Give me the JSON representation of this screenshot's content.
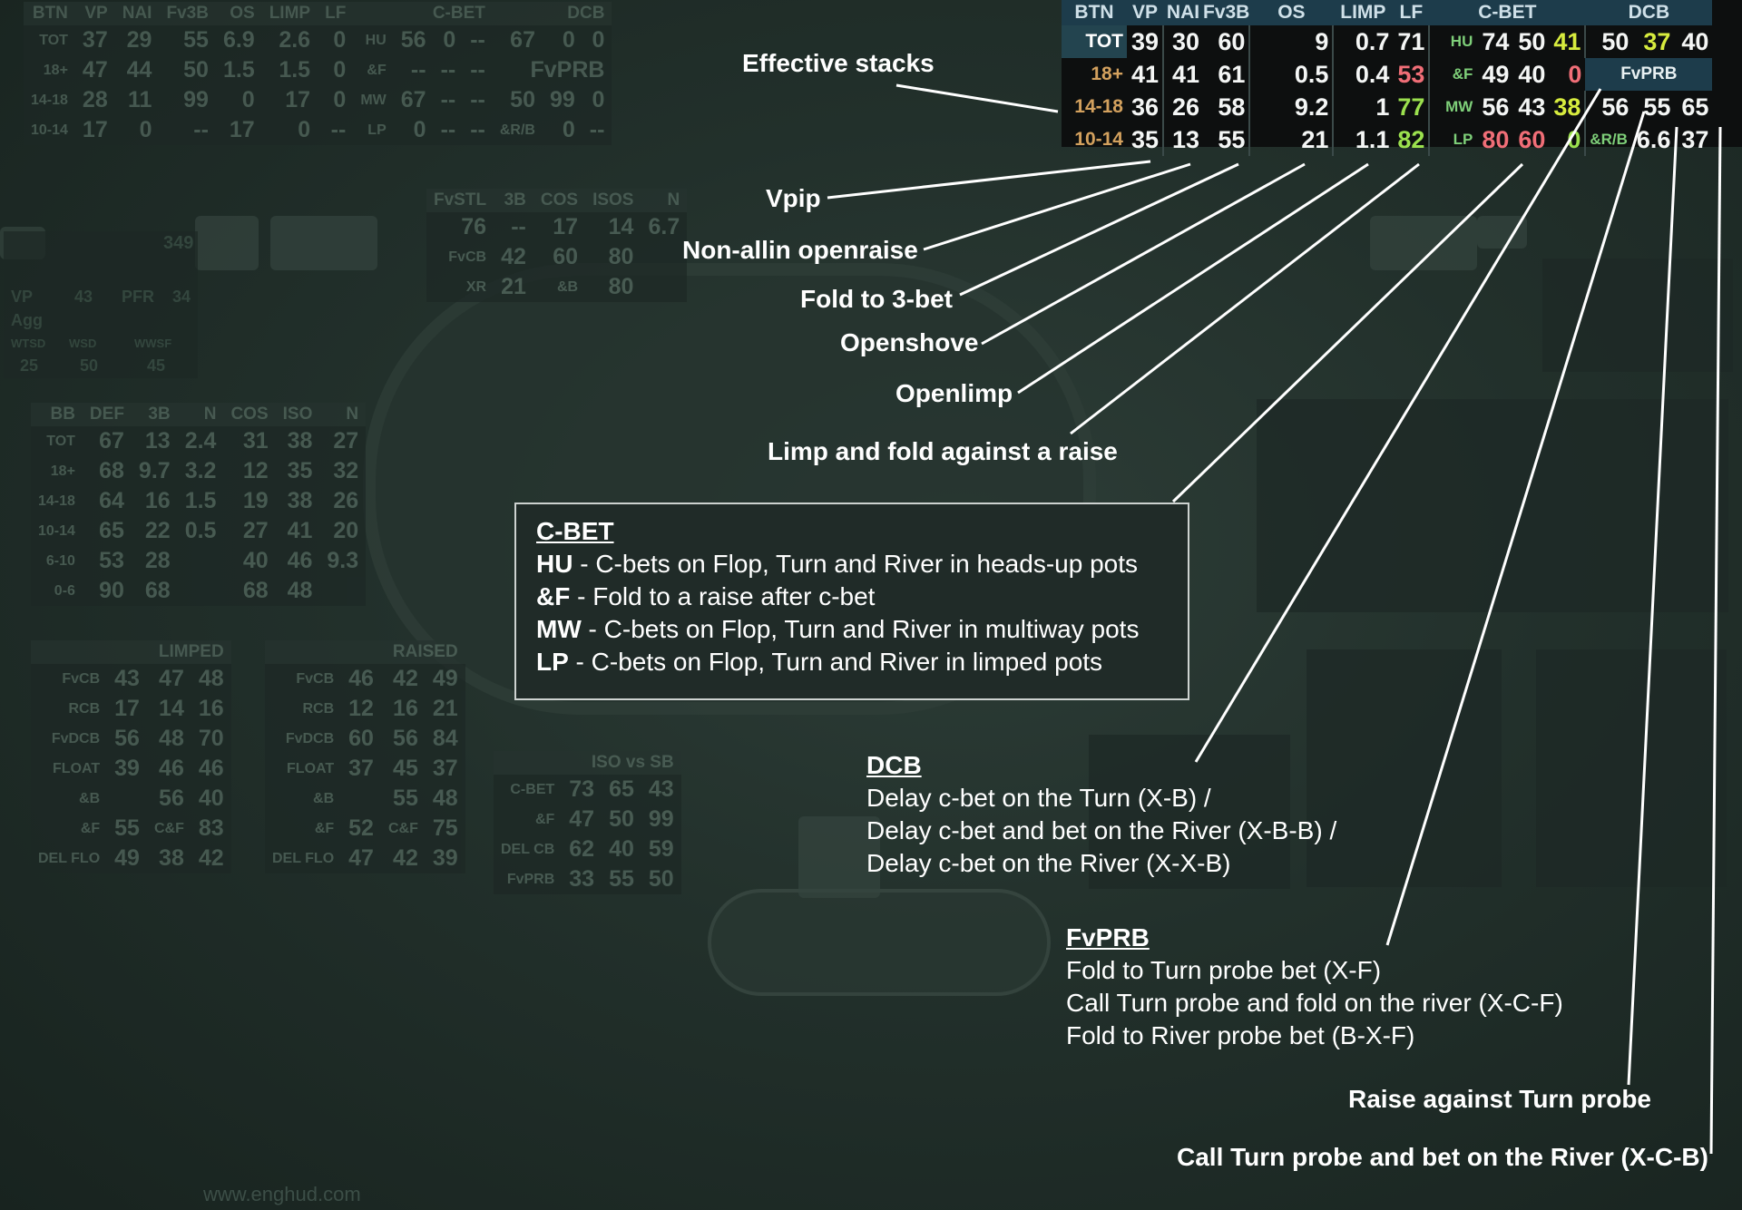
{
  "hud": {
    "headers": {
      "btn": "BTN",
      "vp": "VP",
      "nai": "NAI",
      "fv3b": "Fv3B",
      "os": "OS",
      "limp": "LIMP",
      "lf": "LF",
      "cbet": "C-BET",
      "dcb": "DCB"
    },
    "rows": [
      {
        "label": "TOT",
        "vp": "39",
        "nai": "30",
        "fv3b": "60",
        "os": "9",
        "limp": "0.7",
        "lf": "71",
        "sub": "HU",
        "c1": "74",
        "c2": "50",
        "c3": "41",
        "d1": "50",
        "d2": "37",
        "d3": "40"
      },
      {
        "label": "18+",
        "vp": "41",
        "nai": "41",
        "fv3b": "61",
        "os": "0.5",
        "limp": "0.4",
        "lf": "53",
        "sub": "&F",
        "c1": "49",
        "c2": "40",
        "c3": "0",
        "fvprb": "FvPRB"
      },
      {
        "label": "14-18",
        "vp": "36",
        "nai": "26",
        "fv3b": "58",
        "os": "9.2",
        "limp": "1",
        "lf": "77",
        "sub": "MW",
        "c1": "56",
        "c2": "43",
        "c3": "38",
        "d1": "56",
        "d2": "55",
        "d3": "65"
      },
      {
        "label": "10-14",
        "vp": "35",
        "nai": "13",
        "fv3b": "55",
        "os": "21",
        "limp": "1.1",
        "lf": "82",
        "sub": "LP",
        "c1": "80",
        "c2": "60",
        "c3": "0",
        "sub2": "&R/B",
        "d2": "6.6",
        "d3": "37"
      }
    ]
  },
  "labels": {
    "effective_stacks": "Effective stacks",
    "vpip": "Vpip",
    "non_allin": "Non-allin openraise",
    "fold_3bet": "Fold to 3-bet",
    "openshove": "Openshove",
    "openlimp": "Openlimp",
    "limp_fold": "Limp and fold against a raise",
    "raise_probe": "Raise against Turn probe",
    "call_probe_bet": "Call Turn probe and bet on the River (X-C-B)"
  },
  "cbet_box": {
    "title": "C-BET",
    "lines": [
      {
        "key": "HU",
        "text": " - C-bets on Flop, Turn and River in heads-up pots"
      },
      {
        "key": "&F",
        "text": " - Fold to a raise after c-bet"
      },
      {
        "key": "MW",
        "text": " - C-bets on Flop, Turn and River in multiway pots"
      },
      {
        "key": "LP",
        "text": " - C-bets on Flop, Turn and River in limped pots"
      }
    ]
  },
  "dcb_block": {
    "title": "DCB",
    "lines": [
      "Delay c-bet on the Turn (X-B) /",
      "Delay c-bet and bet on the River (X-B-B) /",
      "Delay c-bet on the River (X-X-B)"
    ]
  },
  "fvprb_block": {
    "title": "FvPRB",
    "lines": [
      "Fold to Turn probe bet (X-F)",
      "Call Turn probe and fold on the river (X-C-F)",
      "Fold to River probe bet (B-X-F)"
    ]
  },
  "faint": {
    "btn_table": {
      "headers": [
        "BTN",
        "VP",
        "NAI",
        "Fv3B",
        "OS",
        "LIMP",
        "LF",
        "C-BET",
        "DCB"
      ],
      "rows": [
        [
          "TOT",
          "37",
          "29",
          "55",
          "6.9",
          "2.6",
          "0",
          "HU",
          "56",
          "0",
          "--",
          "67",
          "0",
          "0"
        ],
        [
          "18+",
          "47",
          "44",
          "50",
          "1.5",
          "1.5",
          "0",
          "&F",
          "--",
          "--",
          "--",
          "FvPRB"
        ],
        [
          "14-18",
          "28",
          "11",
          "99",
          "0",
          "17",
          "0",
          "MW",
          "67",
          "--",
          "--",
          "50",
          "99",
          "0"
        ],
        [
          "10-14",
          "17",
          "0",
          "--",
          "17",
          "0",
          "--",
          "LP",
          "0",
          "--",
          "--",
          "&R/B",
          "0",
          "--"
        ]
      ]
    },
    "bb_table": {
      "headers": [
        "BB",
        "DEF",
        "3B",
        "N",
        "COS",
        "ISO",
        "N"
      ],
      "rows": [
        [
          "TOT",
          "67",
          "13",
          "2.4",
          "31",
          "38",
          "27"
        ],
        [
          "18+",
          "68",
          "9.7",
          "3.2",
          "12",
          "35",
          "32"
        ],
        [
          "14-18",
          "64",
          "16",
          "1.5",
          "19",
          "38",
          "26"
        ],
        [
          "10-14",
          "65",
          "22",
          "0.5",
          "27",
          "41",
          "20"
        ],
        [
          "6-10",
          "53",
          "28",
          "",
          "40",
          "46",
          "9.3"
        ],
        [
          "0-6",
          "90",
          "68",
          "",
          "68",
          "48",
          ""
        ]
      ]
    },
    "limped_table": {
      "title": "LIMPED",
      "rows": [
        [
          "FvCB",
          "43",
          "47",
          "48"
        ],
        [
          "RCB",
          "17",
          "14",
          "16"
        ],
        [
          "FvDCB",
          "56",
          "48",
          "70"
        ],
        [
          "FLOAT",
          "39",
          "46",
          "46"
        ],
        [
          "&B",
          "",
          "56",
          "40"
        ],
        [
          "&F",
          "55",
          "C&F",
          "83"
        ],
        [
          "DEL FLO",
          "49",
          "38",
          "42"
        ]
      ]
    },
    "raised_table": {
      "title": "RAISED",
      "rows": [
        [
          "FvCB",
          "46",
          "42",
          "49"
        ],
        [
          "RCB",
          "12",
          "16",
          "21"
        ],
        [
          "FvDCB",
          "60",
          "56",
          "84"
        ],
        [
          "FLOAT",
          "37",
          "45",
          "37"
        ],
        [
          "&B",
          "",
          "55",
          "48"
        ],
        [
          "&F",
          "52",
          "C&F",
          "75"
        ],
        [
          "DEL FLO",
          "47",
          "42",
          "39"
        ]
      ]
    },
    "iso_table": {
      "title": "ISO vs SB",
      "rows": [
        [
          "C-BET",
          "73",
          "65",
          "43"
        ],
        [
          "&F",
          "47",
          "50",
          "99"
        ],
        [
          "DEL CB",
          "62",
          "40",
          "59"
        ],
        [
          "FvPRB",
          "33",
          "55",
          "50"
        ]
      ]
    },
    "fvstl_table": {
      "headers": [
        "FvSTL",
        "3B",
        "COS",
        "ISOS",
        "N"
      ],
      "rows": [
        [
          "76",
          "--",
          "17",
          "14",
          "6.7"
        ],
        [
          "FvCB",
          "42",
          "60",
          "80",
          ""
        ],
        [
          "XR",
          "21",
          "&B",
          "80",
          ""
        ]
      ]
    },
    "player_left": {
      "stack": "349",
      "vp": "VP",
      "vp_v": "43",
      "pfr": "PFR",
      "pfr_v": "34",
      "agg": "Agg",
      "wtsd": "WTSD",
      "wsd": "WSD",
      "wwsf": "WWSF",
      "wtsd_v": "25",
      "wsd_v": "50",
      "wwsf_v": "45"
    },
    "watermark": "www.enghud.com"
  },
  "colors": {
    "hud_bg": "#0d0f0f",
    "header_bg": "#1d3c4b",
    "yellow": "#d7ec3e",
    "red": "#f06e77",
    "green": "#9be04e"
  }
}
